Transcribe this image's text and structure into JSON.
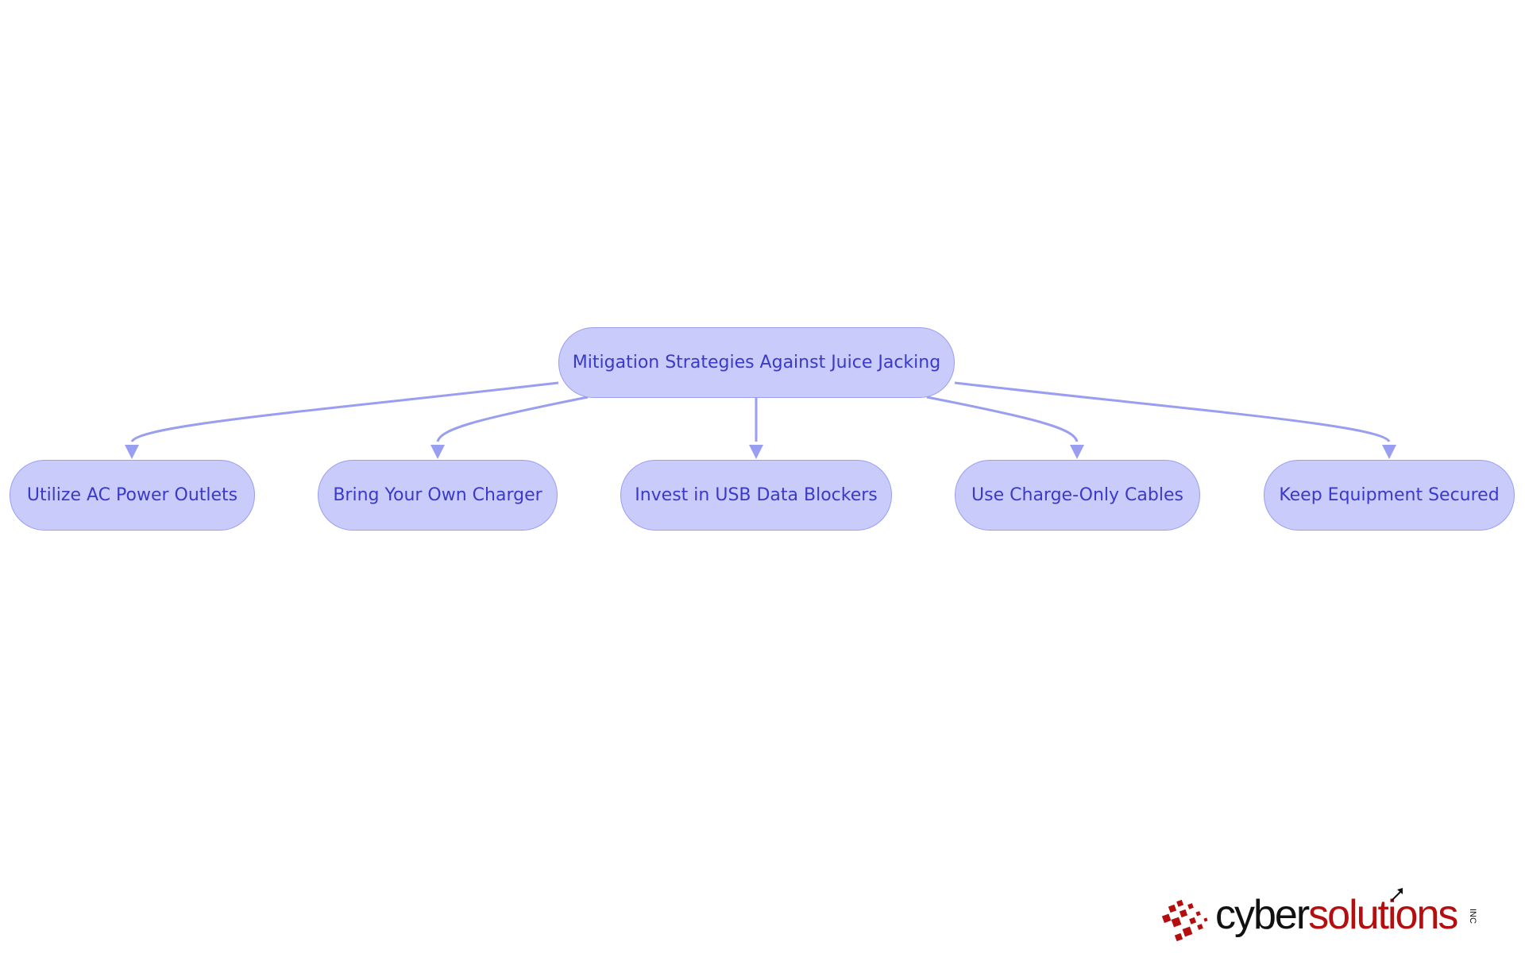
{
  "diagram": {
    "root": {
      "id": "root",
      "label": "Mitigation Strategies Against Juice Jacking"
    },
    "children": [
      {
        "id": "c1",
        "label": "Utilize AC Power Outlets"
      },
      {
        "id": "c2",
        "label": "Bring Your Own Charger"
      },
      {
        "id": "c3",
        "label": "Invest in USB Data Blockers"
      },
      {
        "id": "c4",
        "label": "Use Charge-Only Cables"
      },
      {
        "id": "c5",
        "label": "Keep Equipment Secured"
      }
    ],
    "edges": [
      {
        "from": "root",
        "to": "c1"
      },
      {
        "from": "root",
        "to": "c2"
      },
      {
        "from": "root",
        "to": "c3"
      },
      {
        "from": "root",
        "to": "c4"
      },
      {
        "from": "root",
        "to": "c5"
      }
    ],
    "colors": {
      "node_fill": "#c9cbfb",
      "node_border": "#9a9ef0",
      "text": "#3a3ac8",
      "edge": "#9a9ef0"
    }
  },
  "logo": {
    "word_dark": "cyber",
    "word_red": "solutions",
    "suffix": "INC",
    "colors": {
      "dark": "#111111",
      "red": "#b50e0e"
    }
  }
}
